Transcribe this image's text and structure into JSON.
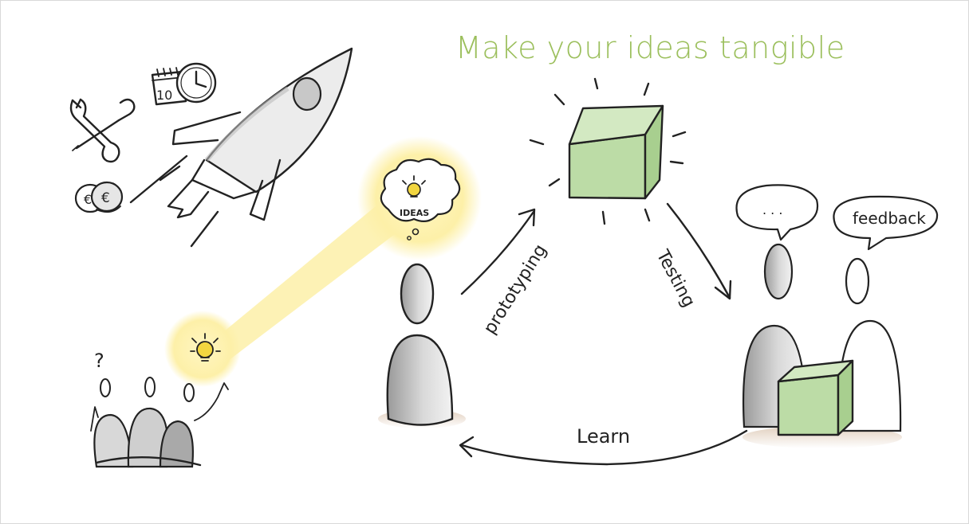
{
  "title": "Make your ideas tangible",
  "labels": {
    "prototyping": "prototyping",
    "testing": "Testing",
    "learn": "Learn",
    "feedback": "feedback",
    "ideas": "IDEAS",
    "question": "?",
    "calendar_day": "10",
    "coin": "€",
    "speech_dots": ". . ."
  },
  "colors": {
    "title_green": "#9bbf5c",
    "cube_green": "#bcdca6",
    "glow_yellow": "#fdf3b8",
    "bulb_yellow": "#f2d640",
    "person_gray": "#b8b8b8"
  }
}
